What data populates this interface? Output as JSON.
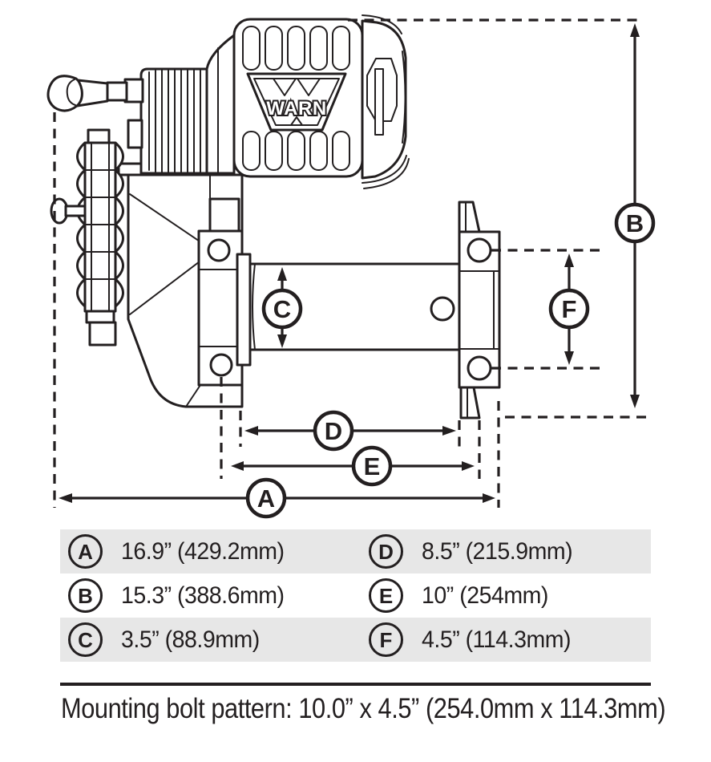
{
  "diagram": {
    "logo_text": "WARN",
    "dimension_labels": {
      "A": "A",
      "B": "B",
      "C": "C",
      "D": "D",
      "E": "E",
      "F": "F"
    }
  },
  "table": {
    "entries": [
      {
        "letter": "A",
        "value": "16.9” (429.2mm)"
      },
      {
        "letter": "B",
        "value": "15.3” (388.6mm)"
      },
      {
        "letter": "C",
        "value": "3.5” (88.9mm)"
      },
      {
        "letter": "D",
        "value": "8.5” (215.9mm)"
      },
      {
        "letter": "E",
        "value": "10” (254mm)"
      },
      {
        "letter": "F",
        "value": "4.5” (114.3mm)"
      }
    ]
  },
  "footer": {
    "note": "Mounting bolt pattern: 10.0” x 4.5” (254.0mm x 114.3mm)"
  },
  "colors": {
    "ink": "#231f20",
    "row_shade": "#e7e7e7",
    "background": "#ffffff"
  }
}
